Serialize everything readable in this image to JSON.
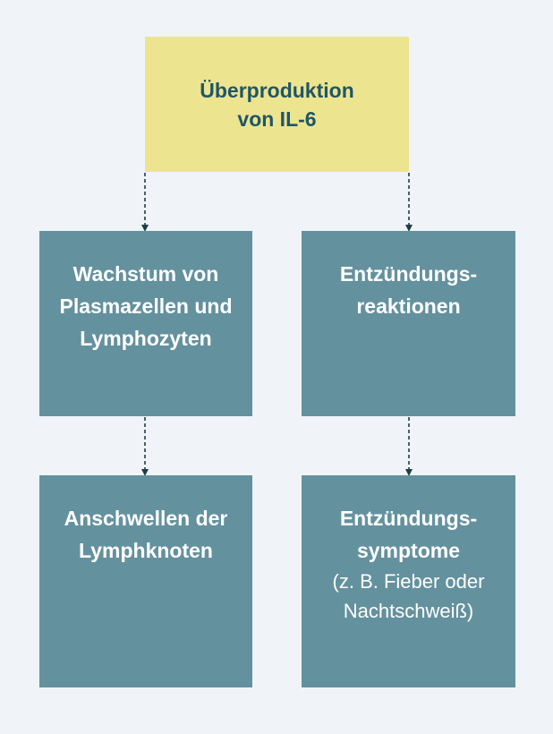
{
  "nodes": {
    "top": {
      "title": "Überproduktion von IL-6"
    },
    "growth": {
      "title": "Wachstum von Plasmazellen und Lymphozyten"
    },
    "inflammation": {
      "title": "Entzündungs-reaktionen"
    },
    "swelling": {
      "title": "Anschwellen der Lymphknoten"
    },
    "symptoms": {
      "title": "Entzündungs-symptome",
      "sub": "(z. B. Fieber oder Nachtschweiß)"
    }
  },
  "colors": {
    "background": "#f0f4f8",
    "top_fill": "#ede48f",
    "top_text": "#1f5668",
    "box_fill": "#64919e",
    "box_text": "#ffffff",
    "arrow": "#1f3e4a"
  }
}
